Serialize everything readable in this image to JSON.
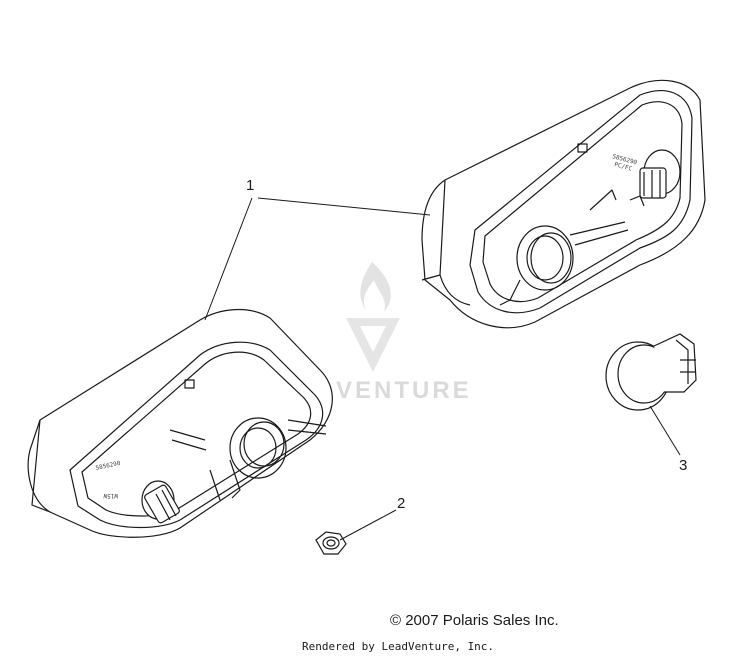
{
  "callouts": [
    {
      "number": "1"
    },
    {
      "number": "2"
    },
    {
      "number": "3"
    }
  ],
  "part_stamps": {
    "lower_lens_code": "5856290",
    "lower_bulb_code": "W15W",
    "upper_lens_code": "5856290",
    "upper_bulb_code": "PC/FC"
  },
  "watermark": {
    "text": "VENTURE",
    "color": "#d6d6d6"
  },
  "footer": {
    "copyright": "© 2007 Polaris Sales Inc.",
    "rendered_by": "Rendered by LeadVenture, Inc."
  },
  "colors": {
    "line": "#1a1a1a",
    "background": "#ffffff"
  }
}
